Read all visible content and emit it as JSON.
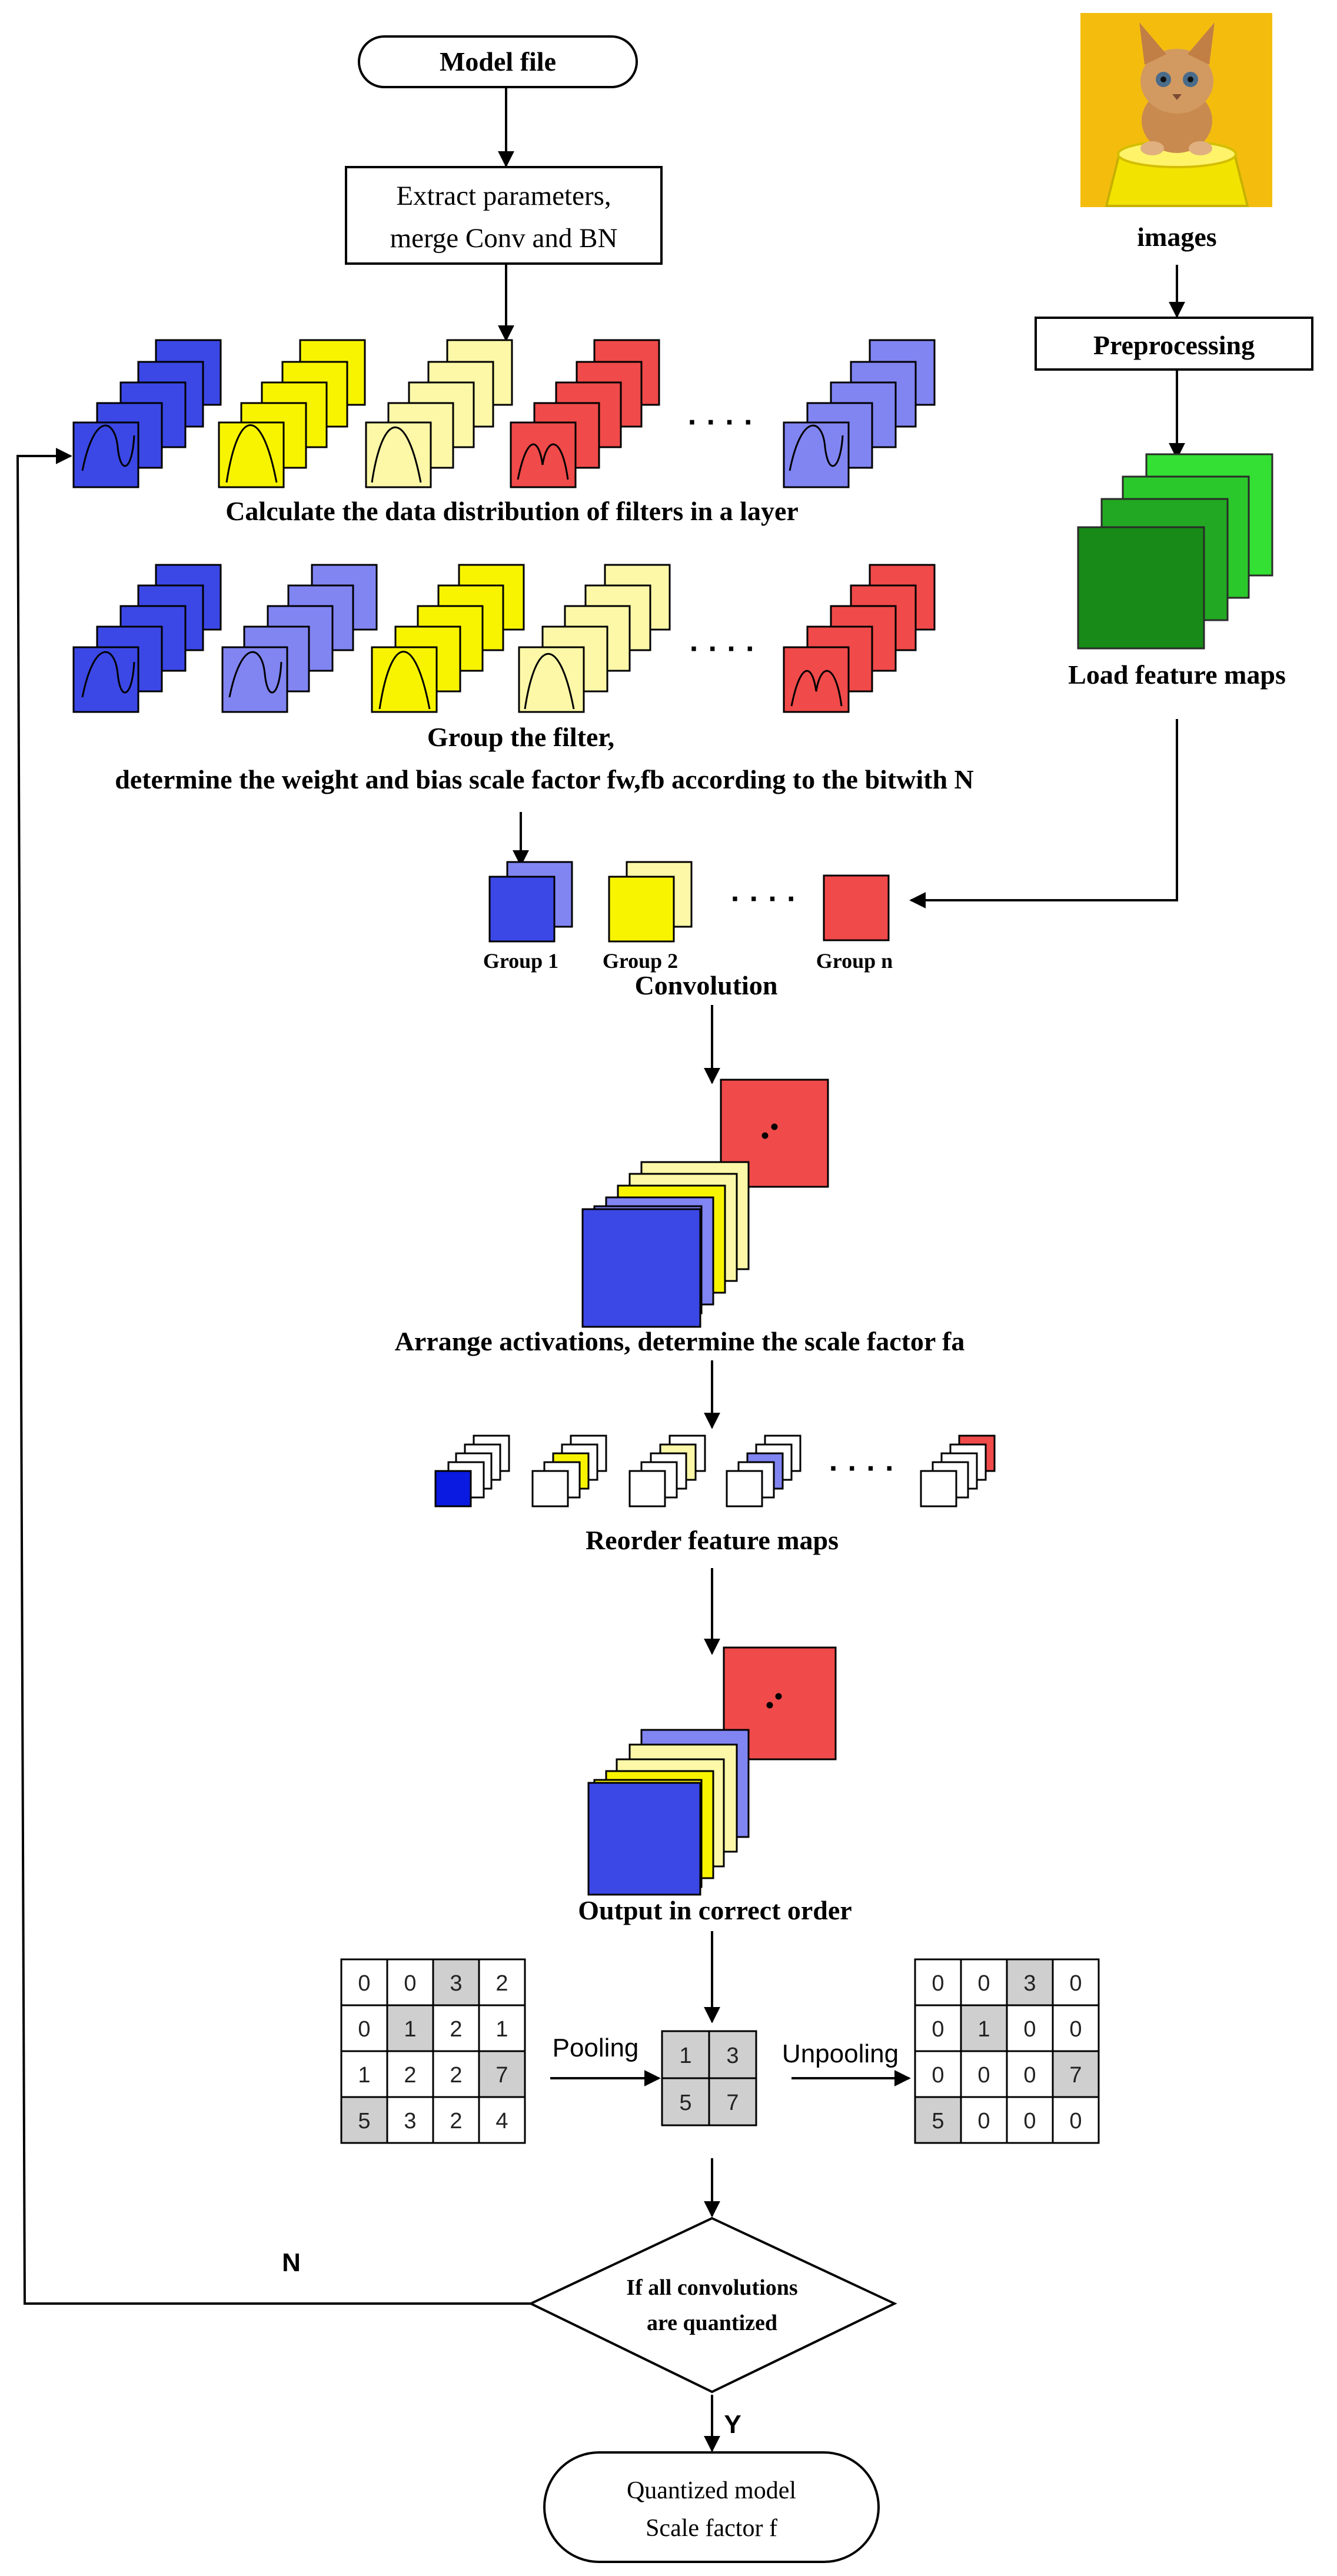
{
  "nodes": {
    "model_file": "Model file",
    "extract_line1": "Extract parameters,",
    "extract_line2": "merge Conv and BN",
    "images": "images",
    "preprocessing": "Preprocessing",
    "load_feature_maps": "Load feature maps",
    "calc_distribution": "Calculate the data distribution of filters in a layer",
    "group_filter_line1": "Group the filter,",
    "group_filter_line2": "determine the weight and bias scale factor fw,fb according to the bitwith N",
    "group1": "Group 1",
    "group2": "Group 2",
    "groupn": "Group n",
    "convolution": "Convolution",
    "arrange_activations": "Arrange activations, determine the scale factor fa",
    "reorder": "Reorder feature maps",
    "output_order": "Output in correct order",
    "pooling": "Pooling",
    "unpooling": "Unpooling",
    "decision_line1": "If all convolutions",
    "decision_line2": "are quantized",
    "no_label": "N",
    "yes_label": "Y",
    "end_line1": "Quantized model",
    "end_line2": "Scale factor f",
    "ellipsis": "· · · ·"
  },
  "matrices": {
    "input": [
      [
        0,
        0,
        3,
        2
      ],
      [
        0,
        1,
        2,
        1
      ],
      [
        1,
        2,
        2,
        7
      ],
      [
        5,
        3,
        2,
        4
      ]
    ],
    "input_highlight": [
      [
        0,
        2
      ],
      [
        1,
        1
      ],
      [
        2,
        3
      ],
      [
        3,
        0
      ]
    ],
    "pooled": [
      [
        1,
        3
      ],
      [
        5,
        7
      ]
    ],
    "unpooled": [
      [
        0,
        0,
        3,
        0
      ],
      [
        0,
        1,
        0,
        0
      ],
      [
        0,
        0,
        0,
        7
      ],
      [
        5,
        0,
        0,
        0
      ]
    ],
    "unpooled_highlight": [
      [
        0,
        2
      ],
      [
        1,
        1
      ],
      [
        2,
        3
      ],
      [
        3,
        0
      ]
    ]
  },
  "colors": {
    "blue": "#3b48e6",
    "light_blue": "#8185f2",
    "yellow": "#f8f400",
    "light_yellow": "#fcf8a8",
    "red": "#f04a4a",
    "green_dark": "#178a17",
    "green_mid": "#22b422",
    "green_light": "#33e033",
    "cell_gray": "#cfcfcf"
  }
}
